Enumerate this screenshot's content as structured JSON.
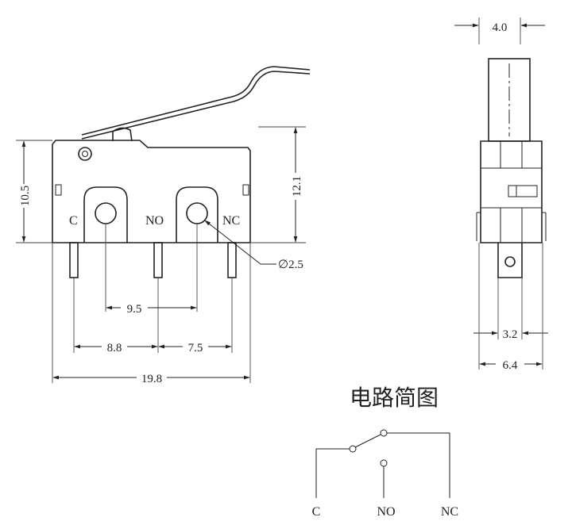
{
  "front_view": {
    "terminal_labels": {
      "c": "C",
      "no": "NO",
      "nc": "NC"
    },
    "dimensions": {
      "height_body": "10.5",
      "height_total": "12.1",
      "hole_diameter": "∅2.5",
      "hole_pitch": "9.5",
      "pin_pitch_left": "8.8",
      "pin_pitch_right": "7.5",
      "overall_width": "19.8"
    }
  },
  "side_view": {
    "dimensions": {
      "actuator_width": "4.0",
      "terminal_width": "3.2",
      "body_thickness": "6.4"
    }
  },
  "circuit": {
    "title": "电路简图",
    "labels": {
      "c": "C",
      "no": "NO",
      "nc": "NC"
    }
  }
}
